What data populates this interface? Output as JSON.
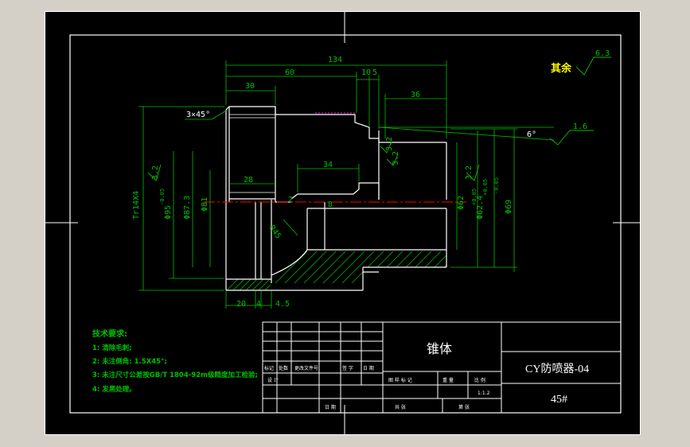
{
  "colors": {
    "background": "#000000",
    "outline": "#ffffff",
    "dimension": "#00c000",
    "centerline": "#ff0000",
    "hatch": "#00c000",
    "accent_text": "#ffff00",
    "hidden": "#ff00ff",
    "frame_gray": "#d4d0c8"
  },
  "dimensions": {
    "d134": "134",
    "d60": "60",
    "d30": "30",
    "d10": "10",
    "d5": "5",
    "d36": "36",
    "d34": "34",
    "d28": "28",
    "d20": "20",
    "d4": "4",
    "d45": "4.5",
    "chamfer": "3×45°",
    "tr": "Tr14X4",
    "phi95": "Φ95",
    "phi95_tol": "-0.05",
    "phi87": "Φ87.3",
    "phi81": "Φ81",
    "phi62": "Φ62",
    "phi62_tol": "+0.05",
    "phi624": "Φ62.4",
    "phi624_tol": "+0.05",
    "phi69": "Φ69",
    "phi69_tol": "-0.05",
    "r": "R45",
    "angle": "6°",
    "small8": "8",
    "small2": "2"
  },
  "roughness": {
    "r32a": "3.2",
    "r32b": "3.2",
    "r32c": "3.2",
    "r32d": "3.2",
    "r16": "1.6",
    "r63": "6.3",
    "rest_label": "其余"
  },
  "notes": {
    "title": "技术要求:",
    "n1": "1: 清除毛刺;",
    "n2": "2: 未注倒角: 1.5X45°;",
    "n3": "3: 未注尺寸公差按GB/T 1804-92m级精度加工检验;",
    "n4": "4: 发黑处理。"
  },
  "title_block": {
    "part_name": "锥体",
    "drawing_no": "CY防喷器-04",
    "material": "45#",
    "scale": "1:1.2",
    "h_mark": "标记",
    "h_count": "处数",
    "h_file": "更改文件号",
    "h_sign": "签 字",
    "h_date": "日 期",
    "h_design": "设 计",
    "h_stage": "图 样 标 记",
    "h_weight": "重 量",
    "h_scale": "比 例",
    "h_date2": "日 期",
    "h_total": "共  张",
    "h_sheet": "第  张"
  }
}
